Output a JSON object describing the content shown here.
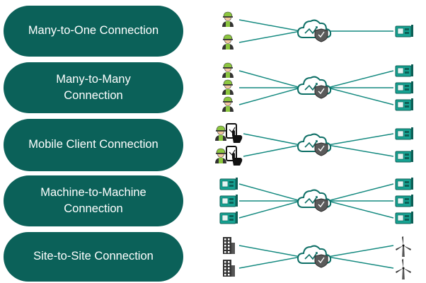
{
  "rows": [
    {
      "label": "Many-to-One Connection",
      "left_icon": "worker-icon",
      "left_count": 2,
      "right_icon": "machine-icon",
      "right_count": 1
    },
    {
      "label": "Many-to-Many\nConnection",
      "left_icon": "worker-icon",
      "left_count": 3,
      "right_icon": "machine-icon",
      "right_count": 3
    },
    {
      "label": "Mobile Client Connection",
      "left_icon": "worker-tablet-icon",
      "left_count": 2,
      "right_icon": "machine-icon",
      "right_count": 2
    },
    {
      "label": "Machine-to-Machine\nConnection",
      "left_icon": "machine-icon",
      "left_count": 3,
      "right_icon": "machine-icon",
      "right_count": 3
    },
    {
      "label": "Site-to-Site Connection",
      "left_icon": "building-icon",
      "left_count": 2,
      "right_icon": "wind-turbine-icon",
      "right_count": 2
    }
  ],
  "hub_icon": "cloud-shield-icon",
  "colors": {
    "pill": "#0b6159",
    "pill_text": "#ffffff",
    "line": "#158a80",
    "accent": "#8cc63f"
  }
}
